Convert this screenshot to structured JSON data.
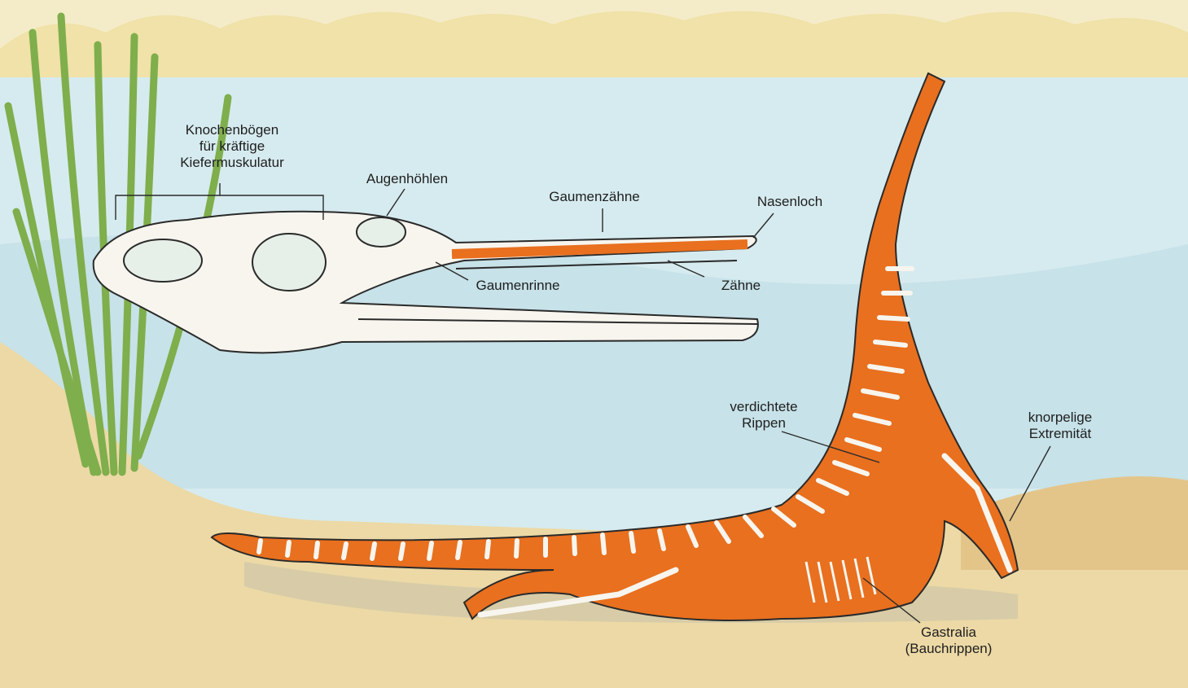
{
  "labels": {
    "knochenboegen": [
      "Knochenbögen",
      "für kräftige",
      "Kiefermuskulatur"
    ],
    "augenhoehlen": "Augenhöhlen",
    "gaumenzaehne": "Gaumenzähne",
    "nasenloch": "Nasenloch",
    "gaumenrinne": "Gaumenrinne",
    "zaehne": "Zähne",
    "rippen": [
      "verdichtete",
      "Rippen"
    ],
    "extremitaet": [
      "knorpelige",
      "Extremität"
    ],
    "gastralia": [
      "Gastralia",
      "(Bauchrippen)"
    ]
  },
  "colors": {
    "body": "#e8701f",
    "bone": "#f7f5ee",
    "water": "#cfe6ec",
    "sky": "#f4ecc9",
    "ground": "#ead7a3",
    "plant": "#8fbf5a",
    "ink": "#2a2a2a"
  }
}
